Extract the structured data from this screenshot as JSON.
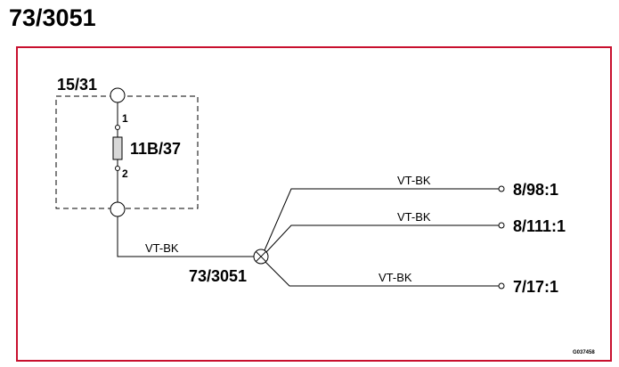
{
  "title": "73/3051",
  "frame_color": "#c8102e",
  "component": {
    "supply_label": "15/31",
    "fuse_label": "11B/37",
    "pin_1": "1",
    "pin_2": "2"
  },
  "splice": {
    "label": "73/3051",
    "input_wire": "VT-BK"
  },
  "outputs": [
    {
      "wire": "VT-BK",
      "terminal": "8/98:1"
    },
    {
      "wire": "VT-BK",
      "terminal": "8/111:1"
    },
    {
      "wire": "VT-BK",
      "terminal": "7/17:1"
    }
  ],
  "drawing_code": "G037458"
}
